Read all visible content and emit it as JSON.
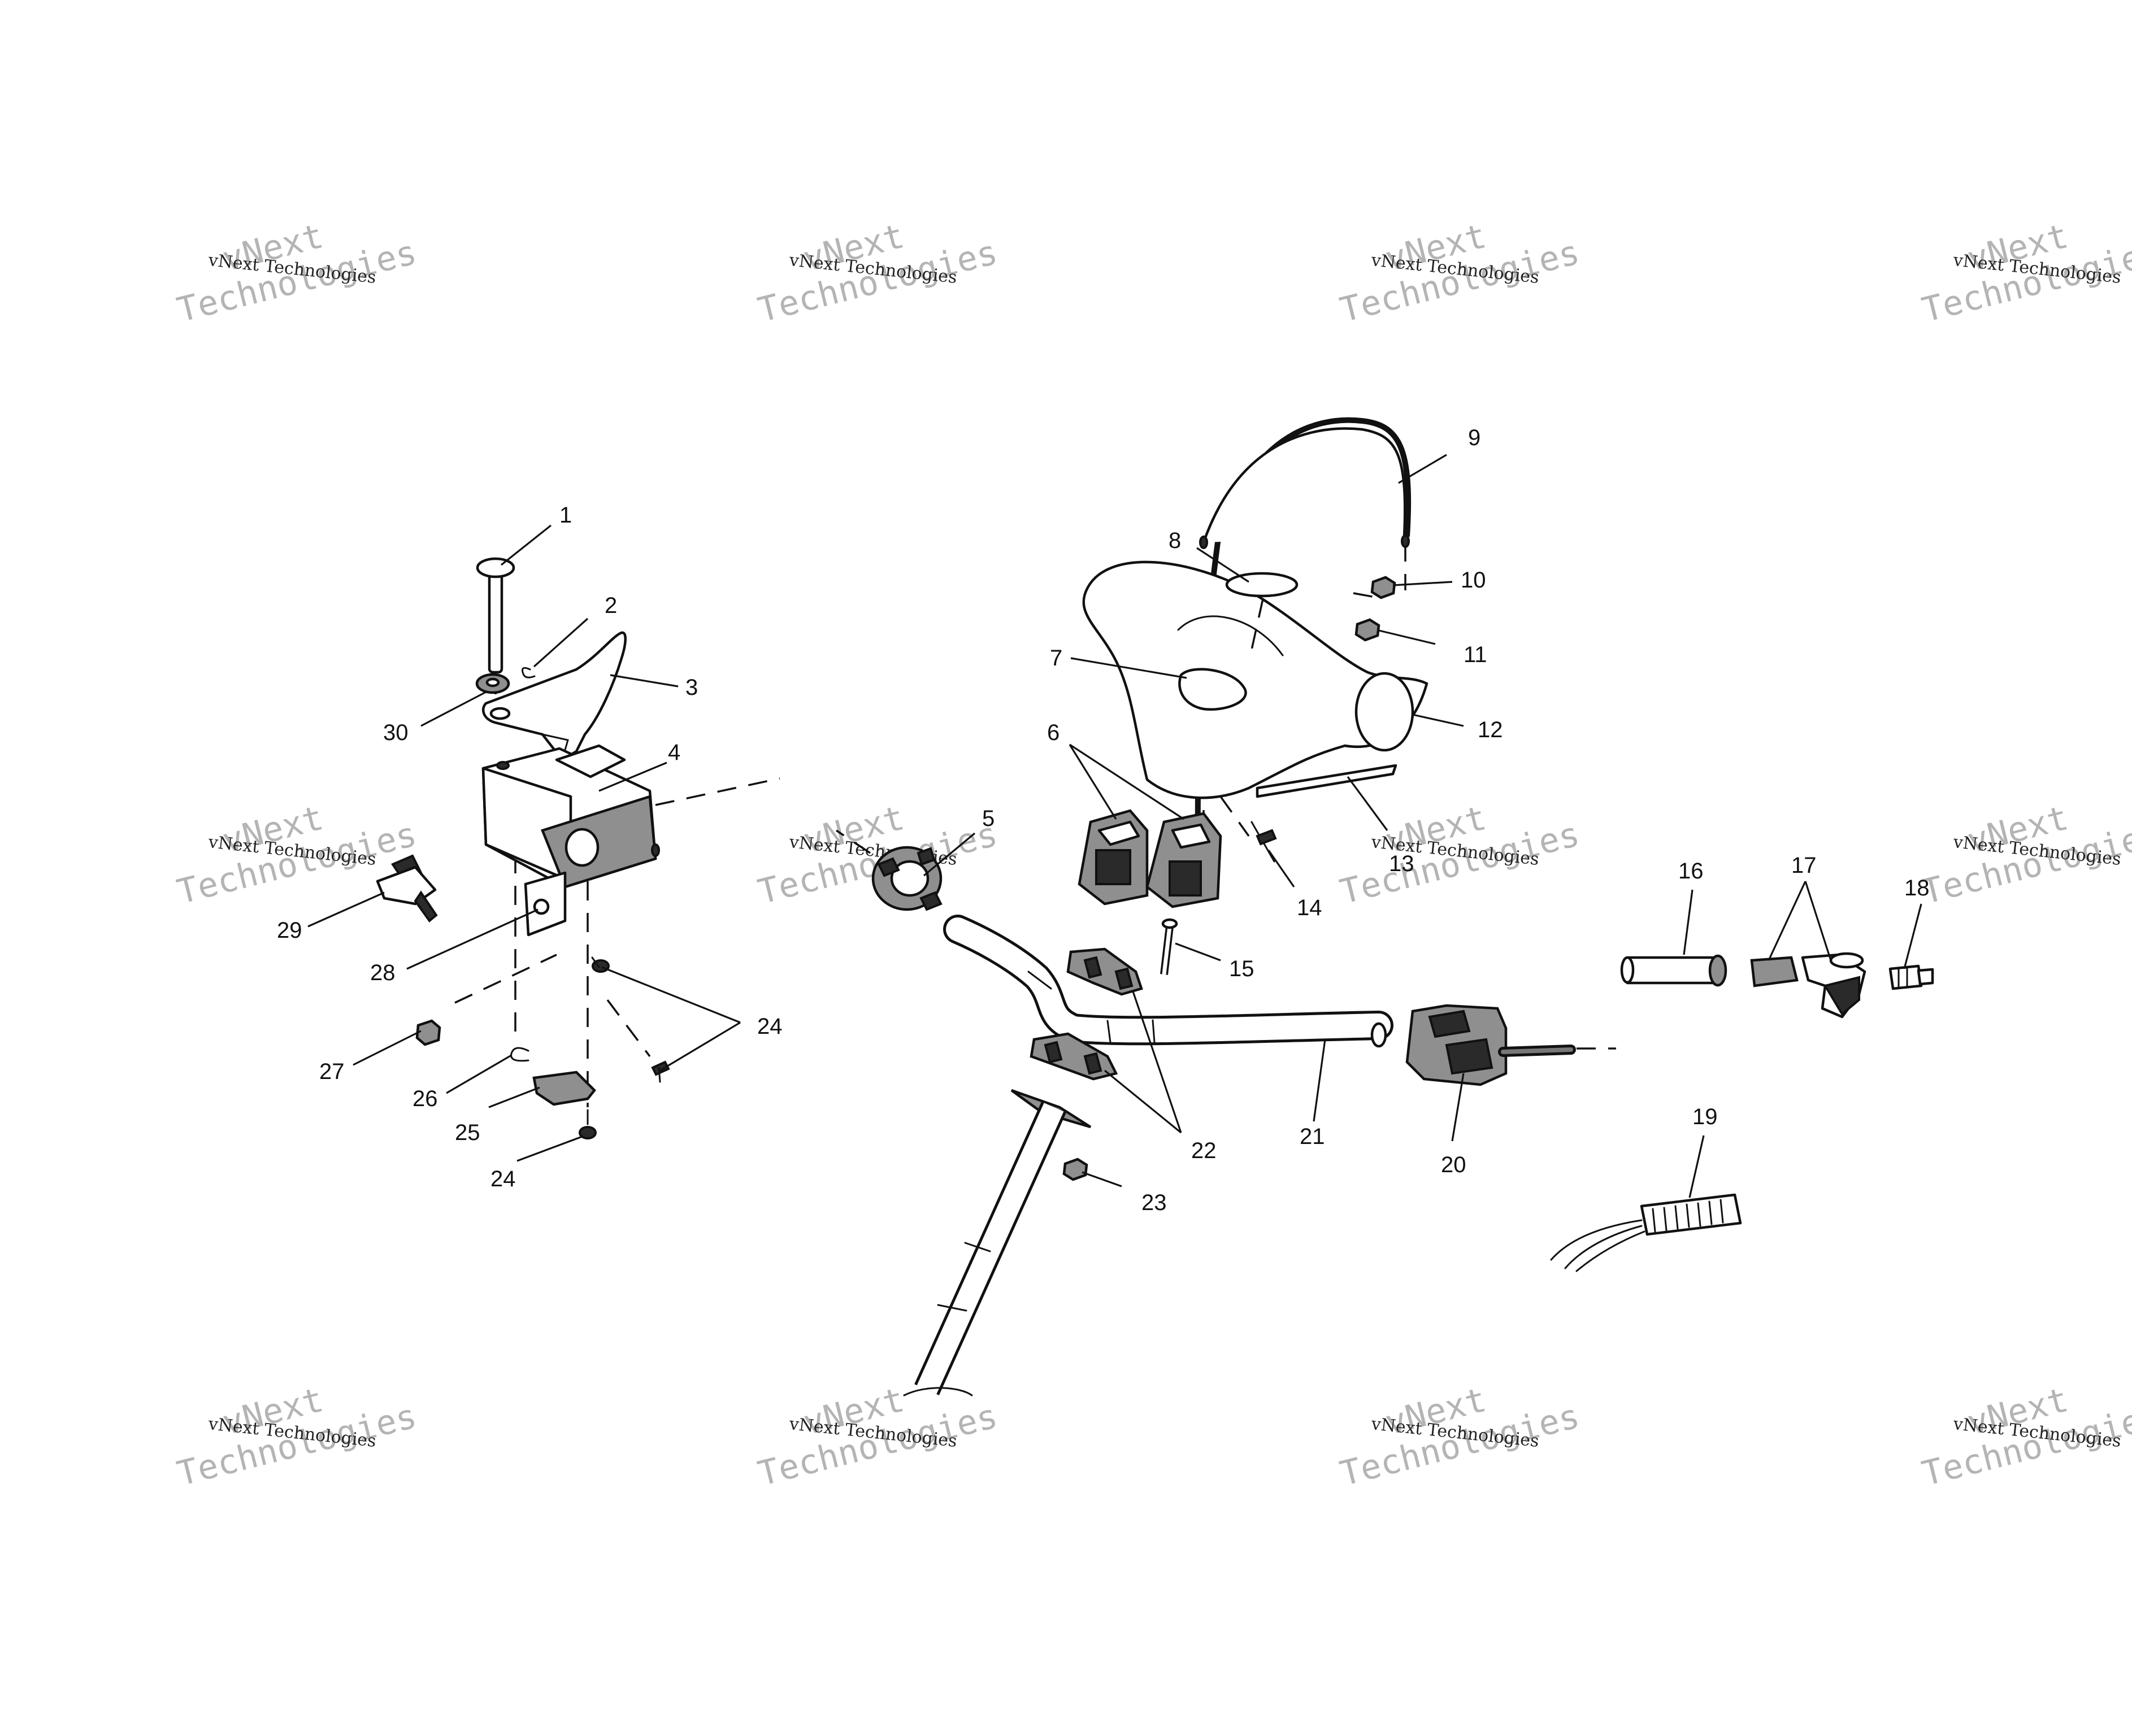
{
  "watermark": {
    "lines": [
      "vNext Technologies",
      "vNext",
      "Technologies"
    ]
  },
  "callouts": [
    {
      "id": "1",
      "text": "1"
    },
    {
      "id": "2",
      "text": "2"
    },
    {
      "id": "3",
      "text": "3"
    },
    {
      "id": "4",
      "text": "4"
    },
    {
      "id": "5",
      "text": "5"
    },
    {
      "id": "6",
      "text": "6"
    },
    {
      "id": "7",
      "text": "7"
    },
    {
      "id": "8",
      "text": "8"
    },
    {
      "id": "9",
      "text": "9"
    },
    {
      "id": "10",
      "text": "10"
    },
    {
      "id": "11",
      "text": "11"
    },
    {
      "id": "12",
      "text": "12"
    },
    {
      "id": "13",
      "text": "13"
    },
    {
      "id": "14",
      "text": "14"
    },
    {
      "id": "15",
      "text": "15"
    },
    {
      "id": "16",
      "text": "16"
    },
    {
      "id": "17",
      "text": "17"
    },
    {
      "id": "18",
      "text": "18"
    },
    {
      "id": "19",
      "text": "19"
    },
    {
      "id": "20",
      "text": "20"
    },
    {
      "id": "21",
      "text": "21"
    },
    {
      "id": "22",
      "text": "22"
    },
    {
      "id": "23",
      "text": "23"
    },
    {
      "id": "24a",
      "text": "24"
    },
    {
      "id": "24b",
      "text": "24"
    },
    {
      "id": "25",
      "text": "25"
    },
    {
      "id": "26",
      "text": "26"
    },
    {
      "id": "27",
      "text": "27"
    },
    {
      "id": "28",
      "text": "28"
    },
    {
      "id": "29",
      "text": "29"
    },
    {
      "id": "30",
      "text": "30"
    }
  ]
}
